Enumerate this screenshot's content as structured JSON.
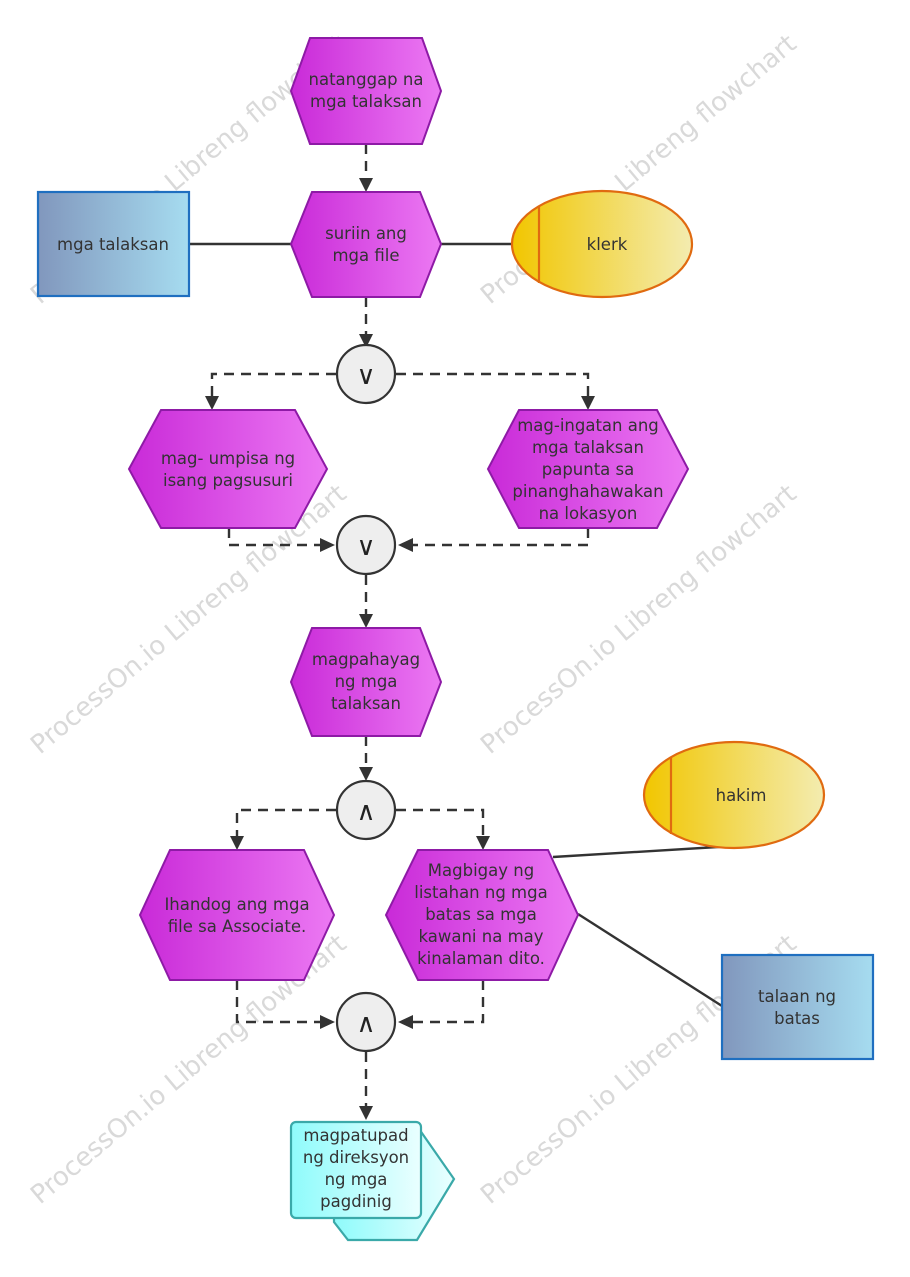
{
  "nodes": {
    "received_files": [
      "natanggap na",
      "mga talaksan"
    ],
    "check_files": [
      "suriin ang",
      "mga file"
    ],
    "files_doc": [
      "mga talaksan"
    ],
    "clerk": [
      "klerk"
    ],
    "start_review": [
      "mag- umpisa ng",
      "isang pagsusuri"
    ],
    "keep_files": [
      "mag-ingatan ang",
      "mga talaksan",
      "papunta sa",
      "pinanghahawakan",
      "na lokasyon"
    ],
    "declare_files": [
      "magpahayag",
      "ng mga",
      "talaksan"
    ],
    "judge": [
      "hakim"
    ],
    "present_files": [
      "Ihandog ang mga",
      "file sa Associate."
    ],
    "give_list": [
      "Magbigay ng",
      "listahan ng mga",
      "batas sa mga",
      "kawani na may",
      "kinalaman dito."
    ],
    "law_record": [
      "talaan ng",
      "batas"
    ],
    "follow_direction": [
      "magpatupad",
      "ng direksyon",
      "ng mga",
      "pagdinig"
    ]
  },
  "gates": {
    "or_split": "∨",
    "or_join": "∨",
    "and_split": "∧",
    "and_join": "∧"
  },
  "watermark": "ProcessOn.io Libreng flowchart",
  "colors": {
    "function_fill_start": "#c92ad8",
    "function_fill_end": "#ec79f3",
    "function_border": "#8e1aa6",
    "doc_fill_start": "#8197bd",
    "doc_fill_end": "#a6dcf0",
    "doc_border": "#1f6fc0",
    "role_fill_start": "#f2c600",
    "role_fill_end": "#f3ecb0",
    "role_border": "#e06a10",
    "process_fill_start": "#8ffbfb",
    "process_fill_end": "#eaffff",
    "process_border": "#3aa9a9",
    "gate_fill": "#eeeeee",
    "line": "#333333"
  }
}
